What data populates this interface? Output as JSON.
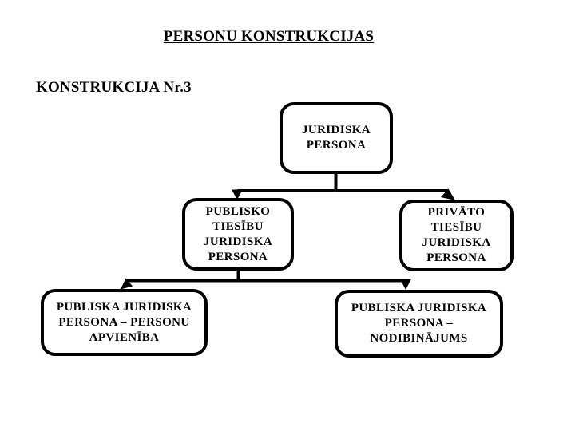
{
  "colors": {
    "ink": "#000000",
    "background": "#ffffff"
  },
  "page": {
    "title": "PERSONU KONSTRUKCIJAS",
    "subtitle": "KONSTRUKCIJA Nr.3"
  },
  "diagram": {
    "type": "hierarchy-flowchart",
    "nodes": [
      {
        "id": "juridiska-persona",
        "level": 1,
        "label": "JURIDISKA PERSONA",
        "lines": [
          "JURIDISKA",
          "PERSONA"
        ]
      },
      {
        "id": "publisko-tiesibu-juridiska-persona",
        "level": 2,
        "label": "PUBLISKO TIESĪBU JURIDISKA PERSONA",
        "lines": [
          "PUBLISKO",
          "TIESĪBU",
          "JURIDISKA",
          "PERSONA"
        ]
      },
      {
        "id": "privato-tiesibu-juridiska-persona",
        "level": 2,
        "label": "PRIVĀTO TIESĪBU JURIDISKA PERSONA",
        "lines": [
          "PRIVĀTO",
          "TIESĪBU",
          "JURIDISKA",
          "PERSONA"
        ]
      },
      {
        "id": "publiska-juridiska-persona-personu-apvieniba",
        "level": 3,
        "label": "PUBLISKA JURIDISKA PERSONA – PERSONU APVIENĪBA",
        "lines": [
          "PUBLISKA JURIDISKA",
          "PERSONA – PERSONU",
          "APVIENĪBA"
        ]
      },
      {
        "id": "publiska-juridiska-persona-nodibinajums",
        "level": 3,
        "label": "PUBLISKA JURIDISKA PERSONA – NODIBINĀJUMS",
        "lines": [
          "PUBLISKA JURIDISKA",
          "PERSONA –",
          "NODIBINĀJUMS"
        ]
      }
    ],
    "edges": [
      {
        "from": "juridiska-persona",
        "to": "publisko-tiesibu-juridiska-persona"
      },
      {
        "from": "juridiska-persona",
        "to": "privato-tiesibu-juridiska-persona"
      },
      {
        "from": "publisko-tiesibu-juridiska-persona",
        "to": "publiska-juridiska-persona-personu-apvieniba"
      },
      {
        "from": "publisko-tiesibu-juridiska-persona",
        "to": "publiska-juridiska-persona-nodibinajums"
      }
    ]
  }
}
